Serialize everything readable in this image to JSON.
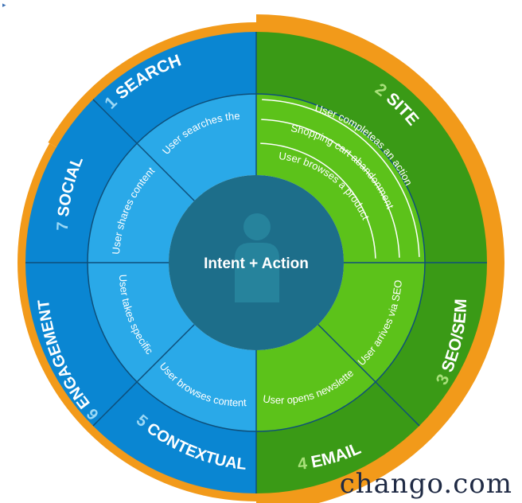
{
  "colors": {
    "orange": "#f29a1a",
    "blue_outer": "#0a86d2",
    "blue_mid": "#2aa9e8",
    "blue_inner": "#1ec0ef",
    "green_outer": "#3a9a16",
    "green_mid": "#5cc21a",
    "green_inner": "#6fd02a",
    "center_fill": "#1d6e8a",
    "person_fill": "#2a8aa3"
  },
  "center": {
    "label": "Intent + Action"
  },
  "segments": [
    {
      "number": "1",
      "name": "SEARCH",
      "action": "User searches the web"
    },
    {
      "number": "2",
      "name": "SITE",
      "actions": [
        "User completeas an action",
        "Shopping cart abandonment",
        "User browses a product"
      ]
    },
    {
      "number": "3",
      "name": "SEO/SEM",
      "action": "User arrives via SEO or SEM ad"
    },
    {
      "number": "4",
      "name": "EMAIL",
      "action": "User opens newsletter"
    },
    {
      "number": "5",
      "name": "CONTEXTUAL",
      "action": "User browses content"
    },
    {
      "number": "6",
      "name": "ENGAGEMENT",
      "action": "User takes specific action"
    },
    {
      "number": "7",
      "name": "SOCIAL",
      "action": "User shares content"
    }
  ],
  "brand": "chango.com",
  "corner_mark": "▸"
}
